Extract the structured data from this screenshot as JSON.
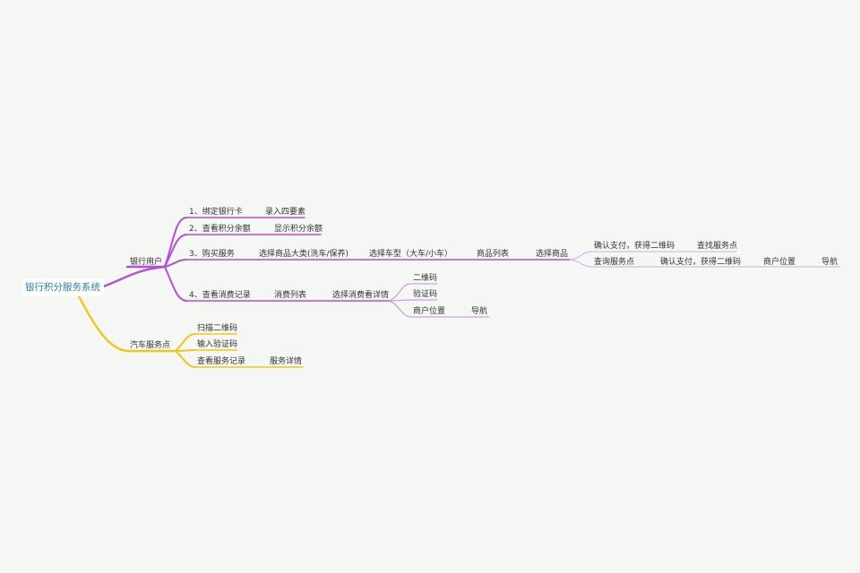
{
  "root": "银行积分服务系统",
  "bank": {
    "label": "银行用户",
    "bind_card": {
      "label": "1、绑定银行卡",
      "child": "录入四要素"
    },
    "check_points": {
      "label": "2、查看积分余额",
      "child": "显示积分余额"
    },
    "buy": {
      "label": "3、购买服务",
      "category": "选择商品大类(洗车/保养)",
      "car_type": "选择车型（大车/小车）",
      "goods_list": "商品列表",
      "select_goods": "选择商品",
      "pay_a": "确认支付，获得二维码",
      "find_point": "查找服务点",
      "query_point": "查询服务点",
      "pay_b": "确认支付，获得二维码",
      "location": "商户位置",
      "nav": "导航"
    },
    "records": {
      "label": "4、查看消费记录",
      "list": "消费列表",
      "detail": "选择消费看详情",
      "qr": "二维码",
      "code": "验证码",
      "location": "商户位置",
      "nav": "导航"
    }
  },
  "car": {
    "label": "汽车服务点",
    "scan": "扫描二维码",
    "input_code": "输入验证码",
    "records": "查看服务记录",
    "detail": "服务详情"
  },
  "colors": {
    "bank": "#b44fd8",
    "car": "#f2c518",
    "root_text": "#2b7fa3"
  }
}
